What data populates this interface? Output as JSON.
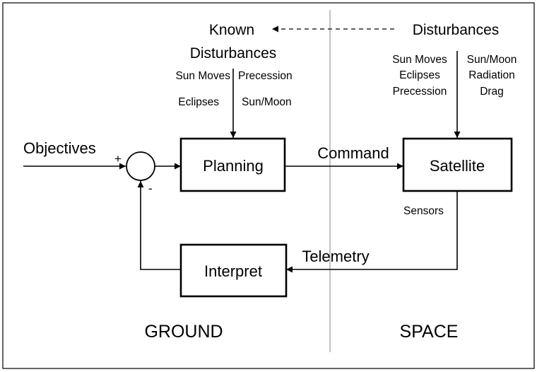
{
  "diagram": {
    "blocks": {
      "planning": "Planning",
      "satellite": "Satellite",
      "interpret": "Interpret"
    },
    "inputs": {
      "objectives": "Objectives",
      "plus_sign": "+",
      "minus_sign": "-"
    },
    "signals": {
      "command": "Command",
      "telemetry": "Telemetry",
      "sensors": "Sensors"
    },
    "known_disturbances": {
      "title_line1": "Known",
      "title_line2": "Disturbances",
      "left_items": [
        "Sun Moves",
        "Eclipses"
      ],
      "right_items": [
        "Precession",
        "Sun/Moon"
      ]
    },
    "disturbances": {
      "title": "Disturbances",
      "left_items": [
        "Sun Moves",
        "Eclipses",
        "Precession"
      ],
      "right_items": [
        "Sun/Moon",
        "Radiation",
        "Drag"
      ]
    },
    "zones": {
      "ground": "GROUND",
      "space": "SPACE"
    }
  }
}
